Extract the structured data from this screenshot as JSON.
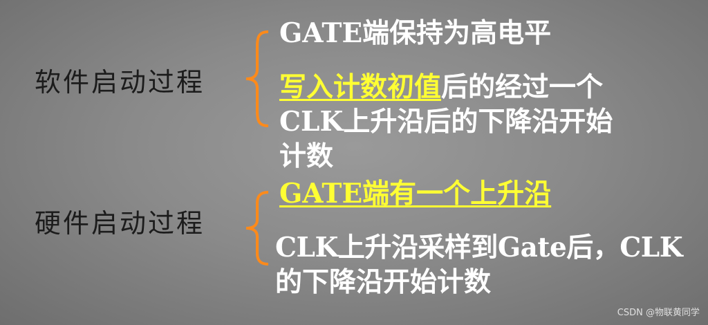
{
  "software": {
    "label": "软件启动过程",
    "line1": "GATE端保持为高电平",
    "line2_highlight": "写入计数初值",
    "line2_rest": "后的经过一个",
    "line3": "CLK上升沿后的下降沿开始",
    "line4": "计数"
  },
  "hardware": {
    "label": "硬件启动过程",
    "line1_highlight": "GATE端有一个上升沿",
    "line2": "CLK上升沿采样到Gate后，CLK",
    "line3": "的下降沿开始计数"
  },
  "watermark": "CSDN @物联黄同学",
  "colors": {
    "background": "#8a8a8a",
    "text": "#ffffff",
    "highlight": "#ffff33",
    "brace": "#ff8a1a",
    "label": "#1c1c1c"
  }
}
